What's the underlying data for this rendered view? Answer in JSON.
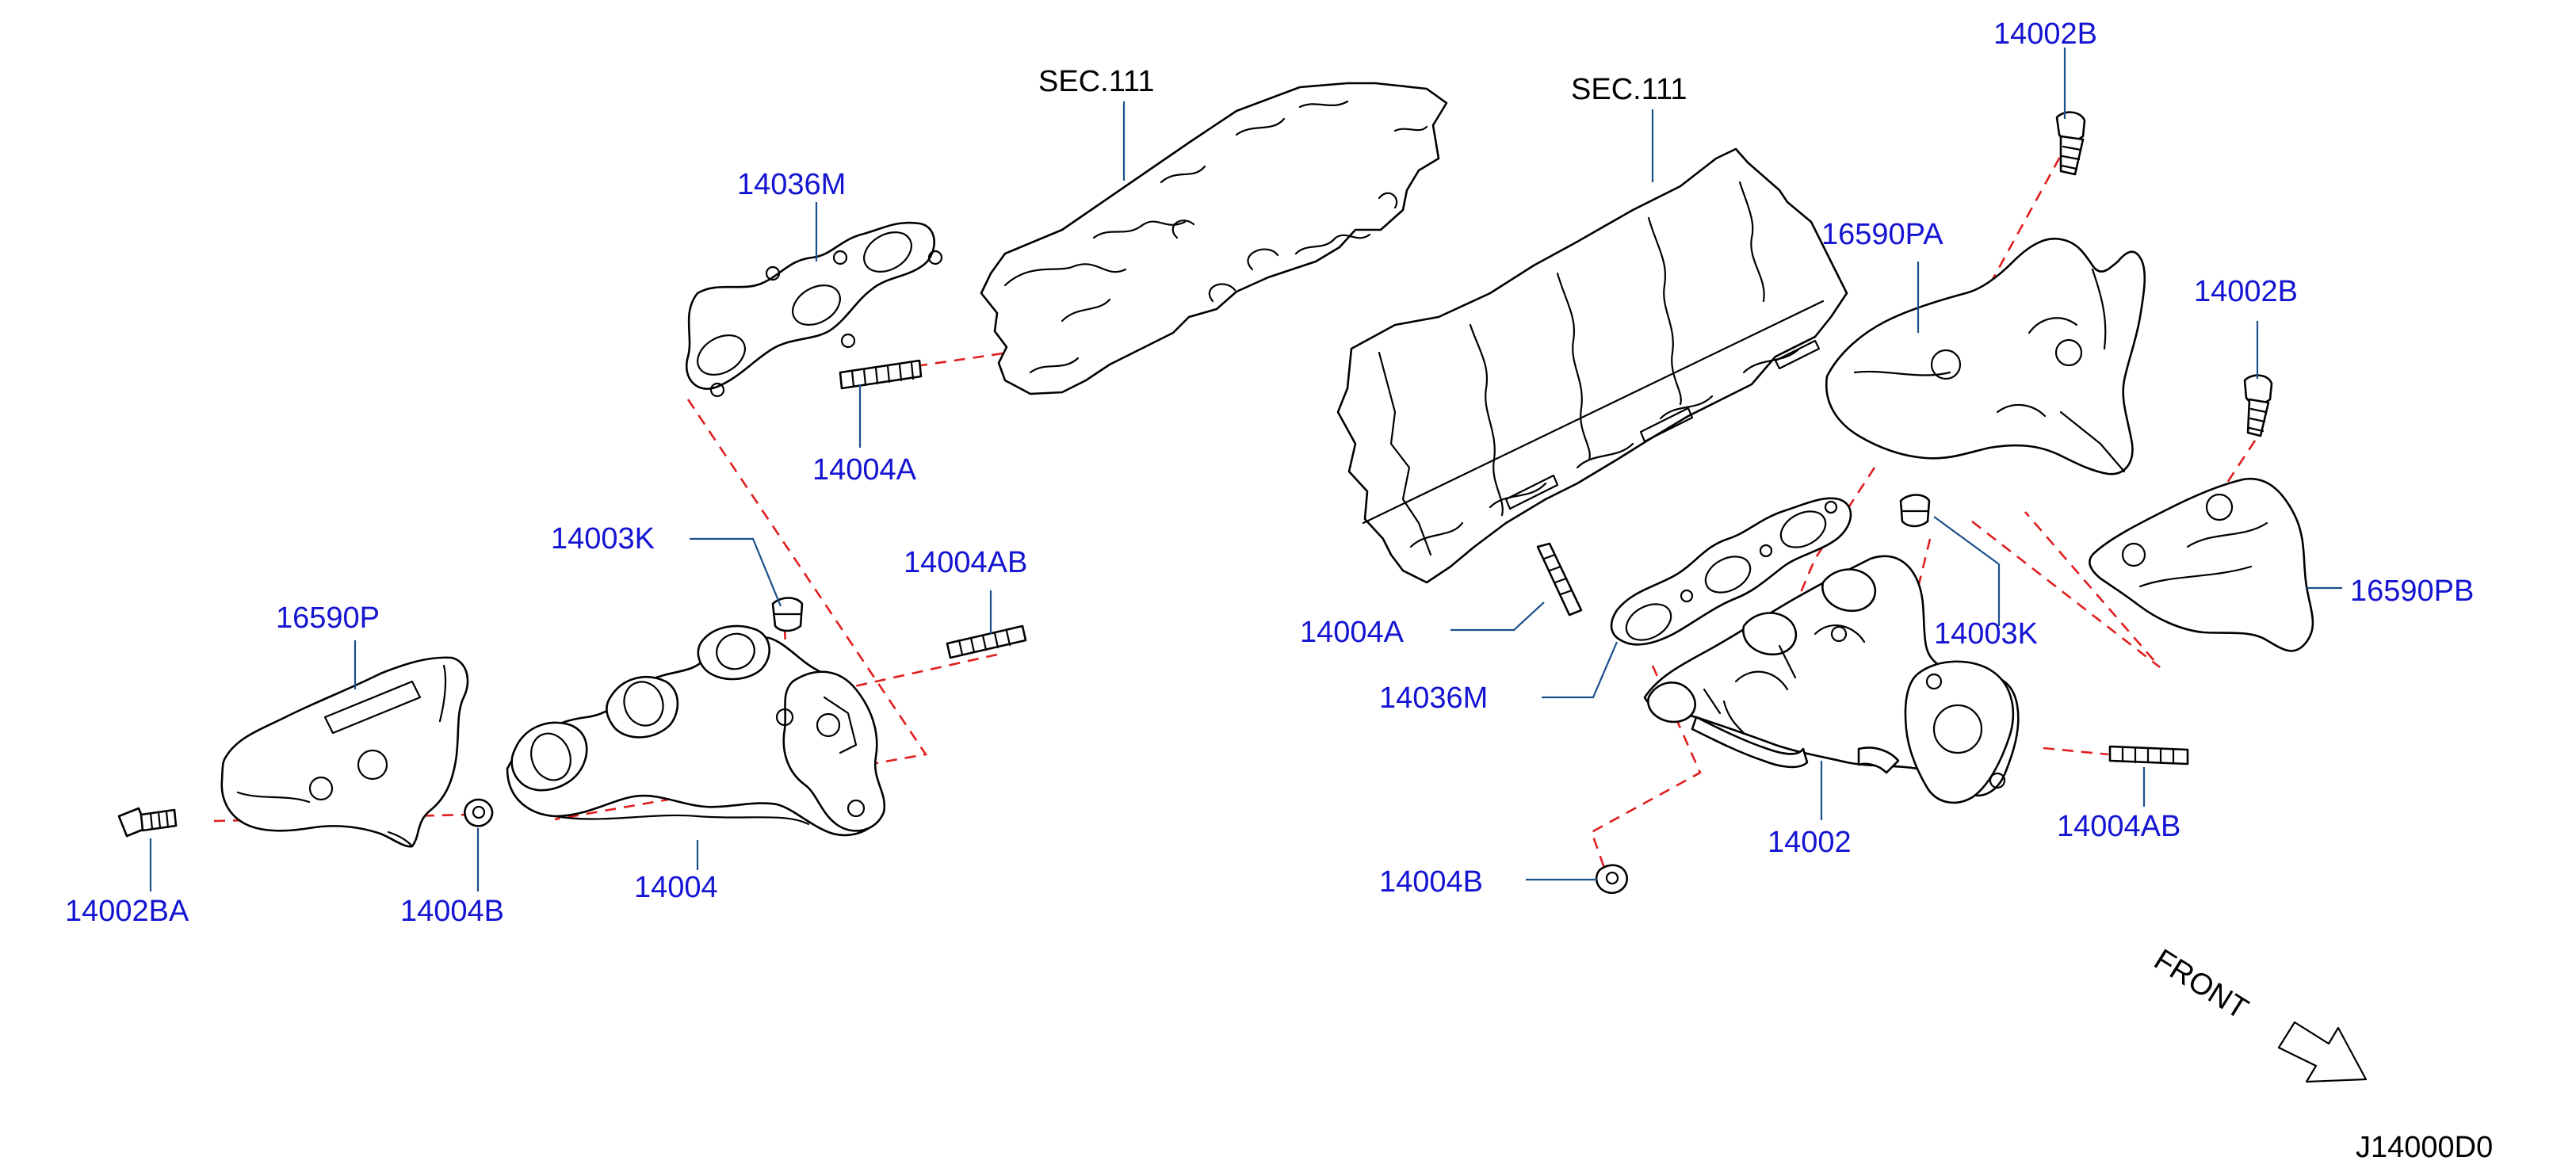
{
  "colors": {
    "part_number": "#1414d2",
    "leader_line": "#1a4f8a",
    "dashed_guide": "#e01e1e",
    "line_art": "#000000",
    "background": "#ffffff"
  },
  "section_labels": {
    "left_head": "SEC.111",
    "right_head": "SEC.111"
  },
  "part_labels": {
    "p14002B_top": "14002B",
    "p14036M_left": "14036M",
    "p16590PA": "16590PA",
    "p14002B_right": "14002B",
    "p14004A_left": "14004A",
    "p14003K_left": "14003K",
    "p14004AB_left": "14004AB",
    "p16590P": "16590P",
    "p14004A_right": "14004A",
    "p14003K_right": "14003K",
    "p16590PB": "16590PB",
    "p14036M_right": "14036M",
    "p14002BA": "14002BA",
    "p14004B_left": "14004B",
    "p14004_left": "14004",
    "p14002_right": "14002",
    "p14004AB_right": "14004AB",
    "p14004B_right": "14004B"
  },
  "direction": {
    "label": "FRONT",
    "icon": "front-arrow-icon"
  },
  "diagram_id": "J14000D0"
}
